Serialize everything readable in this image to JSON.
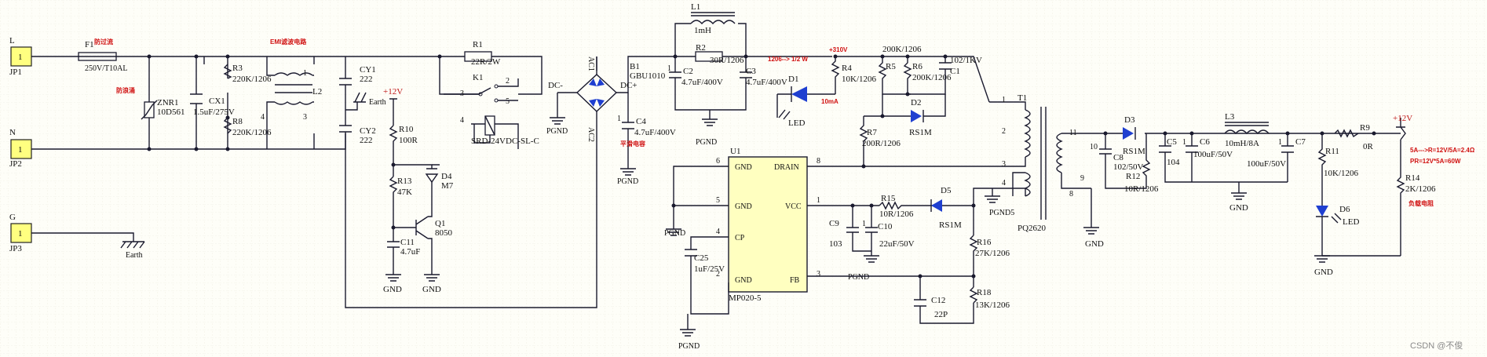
{
  "labels": {
    "L": "L",
    "JP1": "JP1",
    "N": "N",
    "JP2": "JP2",
    "G": "G",
    "JP3": "JP3",
    "conn_pin": "1",
    "earth": "Earth",
    "F1": "F1",
    "F1_val": "250V/T10AL",
    "fuse_note": "防过流",
    "surge_note": "防浪涌",
    "ZNR1": "ZNR1",
    "ZNR1_val": "10D561",
    "CX1": "CX1",
    "CX1_val": "1.5uF/275V",
    "R3": "R3",
    "R3_val": "220K/1206",
    "R8": "R8",
    "R8_val": "220K/1206",
    "emi_note": "EMI滤波电路",
    "L2": "L2",
    "CY1": "CY1",
    "CY1_val": "222",
    "CY2": "CY2",
    "CY2_val": "222",
    "plus12v_a": "+12V",
    "R10": "R10",
    "R10_val": "100R",
    "R13": "R13",
    "R13_val": "47K",
    "D4": "D4",
    "D4_val": "M7",
    "Q1": "Q1",
    "Q1_val": "8050",
    "C11": "C11",
    "C11_val": "4.7uF",
    "R1": "R1",
    "R1_val": "22R/2W",
    "K1": "K1",
    "pin1": "1",
    "pin2": "2",
    "pin3": "3",
    "pin4": "4",
    "pin5": "5",
    "relay_val": "SRD-24VDC-SL-C",
    "DCm": "DC-",
    "DCp": "DC+",
    "AC1": "AC1",
    "AC2": "AC2",
    "B1": "B1",
    "B1_val": "GBU1010",
    "C4": "C4",
    "C4_val": "4.7uF/400V",
    "filter_note": "平滑电容",
    "L1": "L1",
    "L1_val": "1mH",
    "R2": "R2",
    "R2_val": "30R/1206",
    "C2": "C2",
    "C2_val": "4.7uF/400V",
    "C3": "C3",
    "C3_val": "4.7uF/400V",
    "led_note": "1206--> 1/2 W",
    "D1": "D1",
    "D1_val": "LED",
    "ma_note": "10mA",
    "v310_note": "+310V",
    "R4": "R4",
    "R4_val": "10K/1206",
    "R5": "R5",
    "R6": "R6",
    "R6_val": "200K/1206",
    "R5_val": "200K/1206",
    "C1": "C1",
    "C1_val": "102/1KV",
    "D2": "D2",
    "D2_val": "RS1M",
    "R7": "R7",
    "R7_val": "200R/1206",
    "U1": "U1",
    "U1_val": "MP020-5",
    "DRAIN": "DRAIN",
    "GND": "GND",
    "VCC": "VCC",
    "CP": "CP",
    "FB": "FB",
    "u1p8": "8",
    "u1p6": "6",
    "u1p5": "5",
    "u1p4": "4",
    "u1p2": "2",
    "u1p1": "1",
    "u1p3": "3",
    "PGND": "PGND",
    "PGND5": "PGND5",
    "C25": "C25",
    "C25_val": "1uF/25V",
    "C9": "C9",
    "C9_val": "103",
    "C10": "C10",
    "C10_val": "22uF/50V",
    "R15": "R15",
    "R15_val": "10R/1206",
    "D5": "D5",
    "D5_val": "RS1M",
    "R16": "R16",
    "R16_val": "27K/1206",
    "R18": "R18",
    "R18_val": "13K/1206",
    "C12": "C12",
    "C12_val": "22P",
    "T1": "T1",
    "T1_val": "PQ2620",
    "t1": "1",
    "t2": "2",
    "t3": "3",
    "t4": "4",
    "t9": "9",
    "t8": "8",
    "t10": "10",
    "t11": "11",
    "D3": "D3",
    "D3_val": "RS1M",
    "C8": "C8",
    "C8_val": "102/50V",
    "R12": "R12",
    "R12_val": "10R/1206",
    "C5": "C5",
    "C5_val": "104",
    "C6": "C6",
    "C6_val": "100uF/50V",
    "L3": "L3",
    "L3_val": "10mH/8A",
    "C7": "C7",
    "C7_val": "100uF/50V",
    "R11": "R11",
    "R11_val": "10K/1206",
    "D6": "D6",
    "D6_val": "LED",
    "R9": "R9",
    "R9_val": "0R",
    "plus12v_b": "+12V",
    "R14": "R14",
    "R14_val": "2K/1206",
    "calc1": "5A--->R=12V/5A=2.4Ω",
    "calc2": "PR=12V*5A=60W",
    "load_note": "负载电阻",
    "GNDlbl": "GND",
    "watermark": "CSDN @不俊"
  },
  "colors": {
    "wire": "#1a1a2e",
    "diode": "#1f3fd0",
    "note": "#d01010",
    "border": "#6a7ac8",
    "pin": "#ffff80"
  }
}
